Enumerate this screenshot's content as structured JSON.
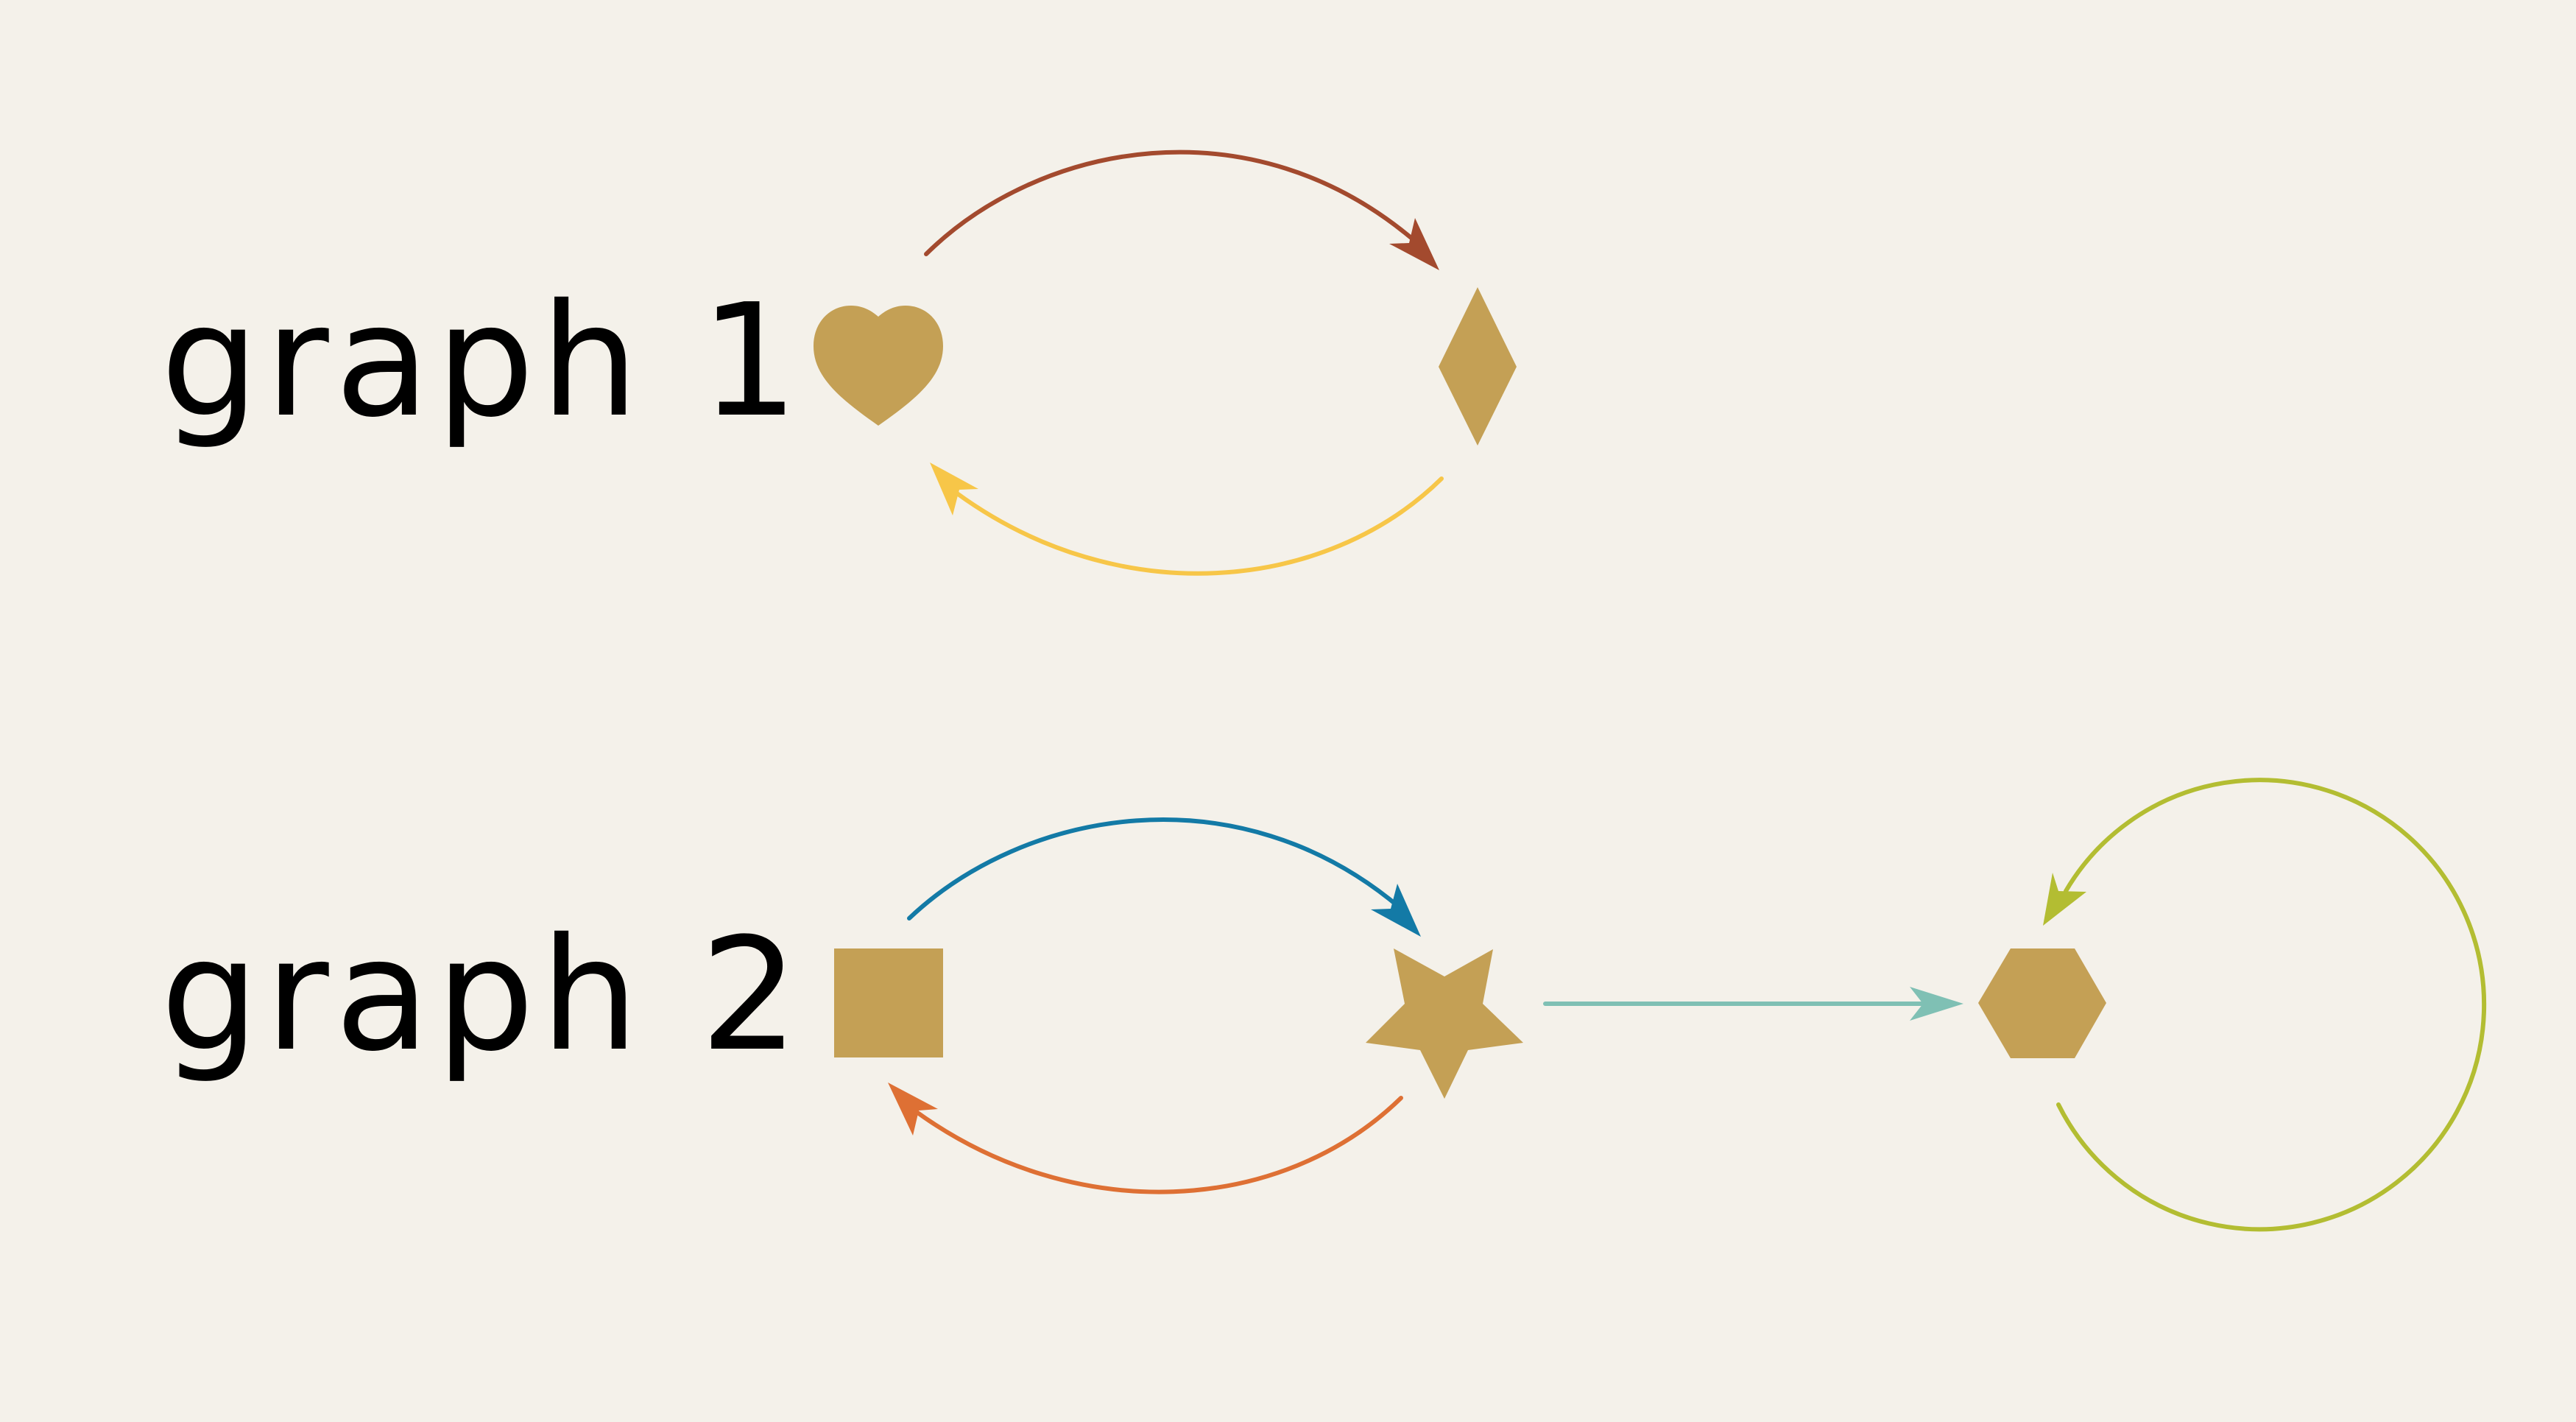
{
  "colors": {
    "background": "#f4f1ea",
    "node_fill": "#c4a055",
    "label_text": "#000000"
  },
  "graphs": [
    {
      "id": "graph-1",
      "label": "graph 1",
      "nodes": [
        {
          "id": "heart",
          "shape": "heart"
        },
        {
          "id": "diamond",
          "shape": "diamond"
        }
      ],
      "edges": [
        {
          "from": "heart",
          "to": "diamond",
          "color": "#a34a2e"
        },
        {
          "from": "diamond",
          "to": "heart",
          "color": "#f7c648"
        }
      ]
    },
    {
      "id": "graph-2",
      "label": "graph 2",
      "nodes": [
        {
          "id": "square",
          "shape": "square"
        },
        {
          "id": "star",
          "shape": "star"
        },
        {
          "id": "hexagon",
          "shape": "hexagon"
        }
      ],
      "edges": [
        {
          "from": "square",
          "to": "star",
          "color": "#137aa6"
        },
        {
          "from": "star",
          "to": "square",
          "color": "#de7034"
        },
        {
          "from": "star",
          "to": "hexagon",
          "color": "#7fc0b4"
        },
        {
          "from": "hexagon",
          "to": "hexagon",
          "color": "#b3bd32"
        }
      ]
    }
  ]
}
